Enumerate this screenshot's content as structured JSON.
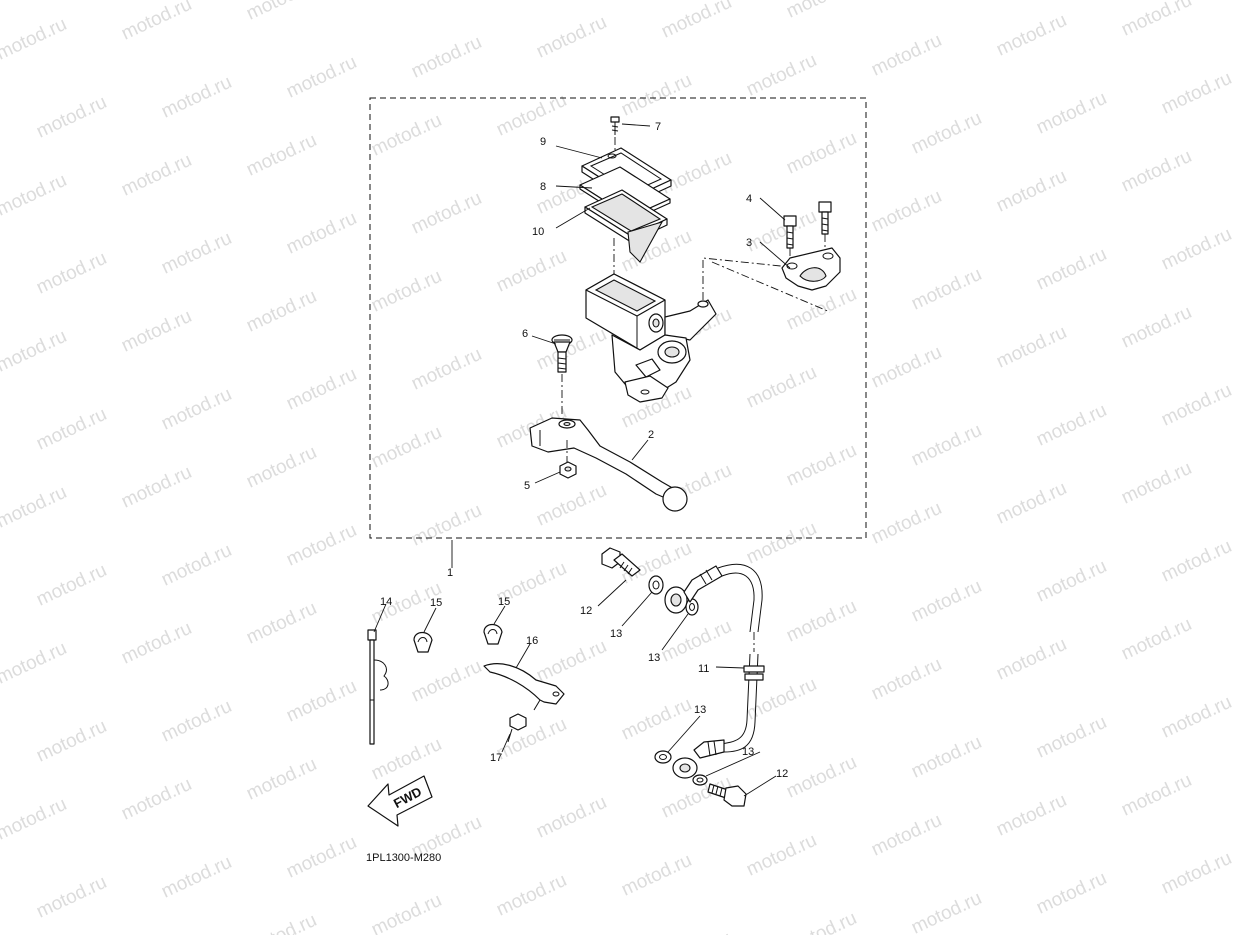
{
  "watermark": "motod.ru",
  "diagram_code": "1PL1300-M280",
  "fwd_label": "FWD",
  "callouts": {
    "c1": "1",
    "c2": "2",
    "c3": "3",
    "c4": "4",
    "c5": "5",
    "c6": "6",
    "c7": "7",
    "c8": "8",
    "c9": "9",
    "c10": "10",
    "c11": "11",
    "c12a": "12",
    "c12b": "12",
    "c13a": "13",
    "c13b": "13",
    "c13c": "13",
    "c13d": "13",
    "c14": "14",
    "c15a": "15",
    "c15b": "15",
    "c16": "16",
    "c17": "17"
  }
}
